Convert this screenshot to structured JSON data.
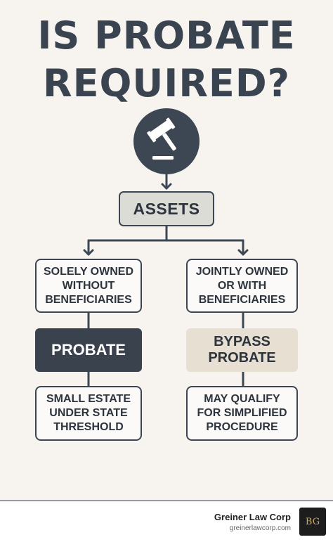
{
  "title": {
    "line1": "IS PROBATE",
    "line2": "REQUIRED?"
  },
  "icons": {
    "top": "gavel-icon"
  },
  "nodes": {
    "assets": "ASSETS",
    "left_condition": "SOLELY OWNED\nWITHOUT\nBENEFICIARIES",
    "right_condition": "JOINTLY OWNED\nOR WITH\nBENEFICIARIES",
    "left_outcome": "PROBATE",
    "right_outcome": "BYPASS\nPROBATE",
    "left_exception": "SMALL ESTATE\nUNDER STATE\nTHRESHOLD",
    "right_exception": "MAY QUALIFY\nFOR SIMPLIFIED\nPROCEDURE"
  },
  "footer": {
    "firm_name": "Greiner Law Corp",
    "firm_url": "greinerlawcorp.com",
    "logo_text": "BG"
  },
  "colors": {
    "dark": "#3d4653",
    "background": "#f7f4ef",
    "assets_fill": "#dcdcd7",
    "bypass_fill": "#e7dfd1"
  }
}
